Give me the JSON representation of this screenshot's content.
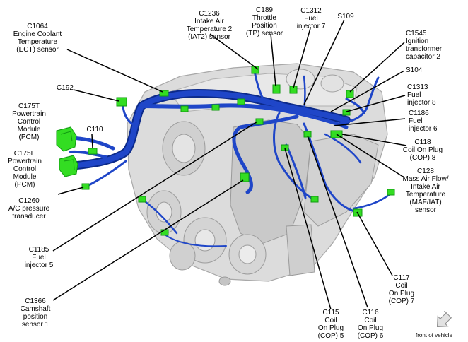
{
  "labels": {
    "c1064": "C1064\nEngine Coolant\nTemperature\n(ECT) sensor",
    "c1236": "C1236\nIntake Air\nTemperature 2\n(IAT2) sensor",
    "c189": "C189\nThrottle\nPosition\n(TP) sensor",
    "c1312": "C1312\nFuel\ninjector 7",
    "s109": "S109",
    "c1545": "C1545\nIgnition\ntransformer\ncapacitor 2",
    "s104": "S104",
    "c1313": "C1313\nFuel\ninjector 8",
    "c192": "C192",
    "c175t": "C175T\nPowertrain\nControl\nModule\n(PCM)",
    "c110": "C110",
    "c175e": "C175E\nPowertrain\nControl\nModule\n(PCM)",
    "c1186": "C1186\nFuel\ninjector 6",
    "c118": "C118\nCoil On Plug\n(COP) 8",
    "c128": "C128\nMass Air Flow/\nIntake Air\nTemperature\n(MAF/IAT)\nsensor",
    "c1260": "C1260\nA/C pressure\ntransducer",
    "c1185": "C1185\nFuel\ninjector 5",
    "c117": "C117\nCoil\nOn Plug\n(COP) 7",
    "c1366": "C1366\nCamshaft\nposition\nsensor 1",
    "c115": "C115\nCoil\nOn Plug\n(COP) 5",
    "c116": "C116\nCoil\nOn Plug\n(COP) 6"
  },
  "orientation": {
    "text": "front of vehicle",
    "icon": "front-of-vehicle-arrow-icon"
  },
  "colors": {
    "harness": "#1f46c8",
    "harness_dark": "#0c2a8a",
    "connector": "#33dd22",
    "connector_dark": "#119911",
    "engine": "#d9d9d9",
    "engine_edge": "#a8a8a8",
    "leader": "#000000"
  }
}
